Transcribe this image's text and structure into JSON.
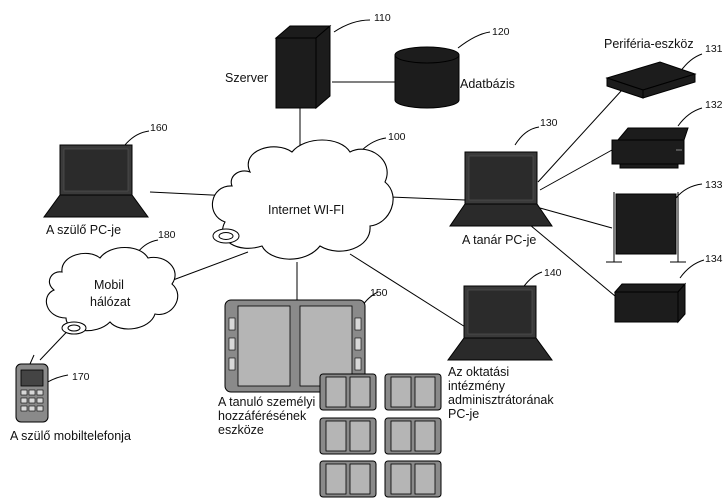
{
  "labels": {
    "server": "Szerver",
    "database": "Adatbázis",
    "peripheral": "Periféria-eszköz",
    "parent_pc": "A szülő PC-je",
    "internet": "Internet WI-FI",
    "teacher_pc": "A tanár PC-je",
    "mobile_network_1": "Mobil",
    "mobile_network_2": "hálózat",
    "admin_pc_1": "Az oktatási",
    "admin_pc_2": "intézmény",
    "admin_pc_3": "adminisztrátorának",
    "admin_pc_4": "PC-je",
    "student_device_1": "A tanuló személyi",
    "student_device_2": "hozzáférésének",
    "student_device_3": "eszköze",
    "parent_phone": "A szülő mobiltelefonja"
  },
  "refs": {
    "server": "110",
    "database": "120",
    "peripheral_1": "131",
    "peripheral_2": "132",
    "peripheral_3": "133",
    "peripheral_4": "134",
    "parent_pc": "160",
    "internet": "100",
    "teacher_pc": "130",
    "mobile_network": "180",
    "admin_pc": "140",
    "student_device": "150",
    "parent_phone": "170"
  }
}
